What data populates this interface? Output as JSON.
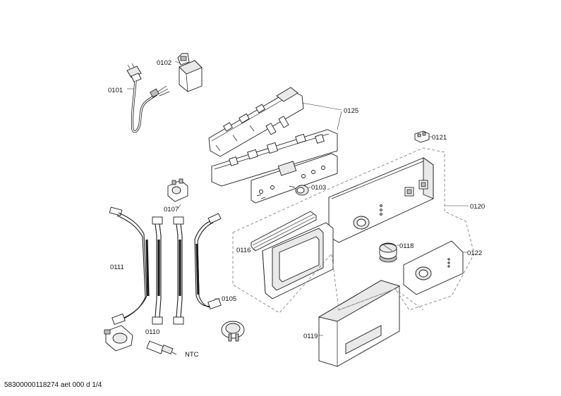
{
  "labels": {
    "p0101": "0101",
    "p0102": "0102",
    "p0103": "0103",
    "p0105": "0105",
    "p0107": "0107",
    "p0110": "0110",
    "p0111": "0111",
    "p0116": "0116",
    "p0118": "0118",
    "p0119": "0119",
    "p0120": "0120",
    "p0121": "0121",
    "p0122": "0122",
    "p0125": "0125",
    "ntc": "NTC"
  },
  "footer": "58300000118274 aet 000 d 1/4"
}
